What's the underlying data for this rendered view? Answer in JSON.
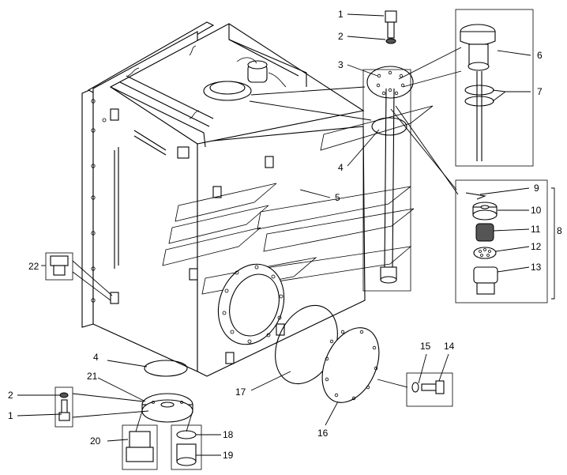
{
  "diagram": {
    "callouts": {
      "c1a": "1",
      "c2a": "2",
      "c3": "3",
      "c4a": "4",
      "c5": "5",
      "c6": "6",
      "c7": "7",
      "c8": "8",
      "c9": "9",
      "c10": "10",
      "c11": "11",
      "c12": "12",
      "c13": "13",
      "c14": "14",
      "c15": "15",
      "c16": "16",
      "c17": "17",
      "c18": "18",
      "c19": "19",
      "c20": "20",
      "c21": "21",
      "c22": "22",
      "c4b": "4",
      "c2b": "2",
      "c1b": "1"
    },
    "parts": [
      "bolt",
      "washer",
      "sender-flange",
      "gasket",
      "fuel-tank",
      "filler-cap",
      "o-rings",
      "filter-assembly",
      "clip",
      "nut",
      "mesh-filter",
      "perforated-disc",
      "housing",
      "bolt-hatch",
      "washer-hatch",
      "inspection-cover",
      "cover-gasket",
      "o-ring-drain",
      "drain-plug",
      "fitting",
      "drain-flange",
      "plug"
    ]
  }
}
